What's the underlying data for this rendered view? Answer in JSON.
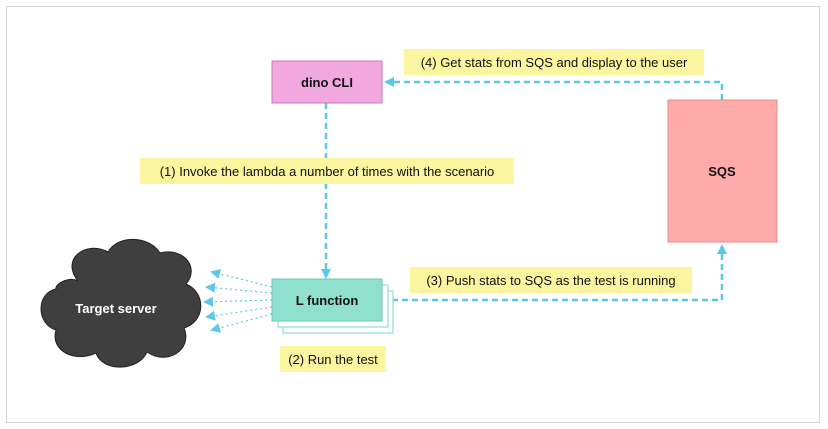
{
  "nodes": {
    "cli": {
      "label": "dino CLI",
      "fill": "#f0a8de",
      "stroke": "#c97bb8"
    },
    "lambda": {
      "label": "L function",
      "fill": "#8fe0cc",
      "stroke": "#6cc8b4"
    },
    "sqs": {
      "label": "SQS",
      "fill": "#ffaaaa",
      "stroke": "#e58a8a"
    },
    "target": {
      "label": "Target server",
      "fill": "#3f3f3f"
    }
  },
  "notes": {
    "step1": "(1) Invoke the lambda a number of times with the scenario",
    "step2": "(2) Run the test",
    "step3": "(3) Push stats to SQS as the test is running",
    "step4": "(4) Get stats from SQS and display to the user"
  },
  "colors": {
    "note_fill": "#fbf5a0",
    "arrow": "#5bc8e8",
    "frame": "#d4d4d4"
  }
}
